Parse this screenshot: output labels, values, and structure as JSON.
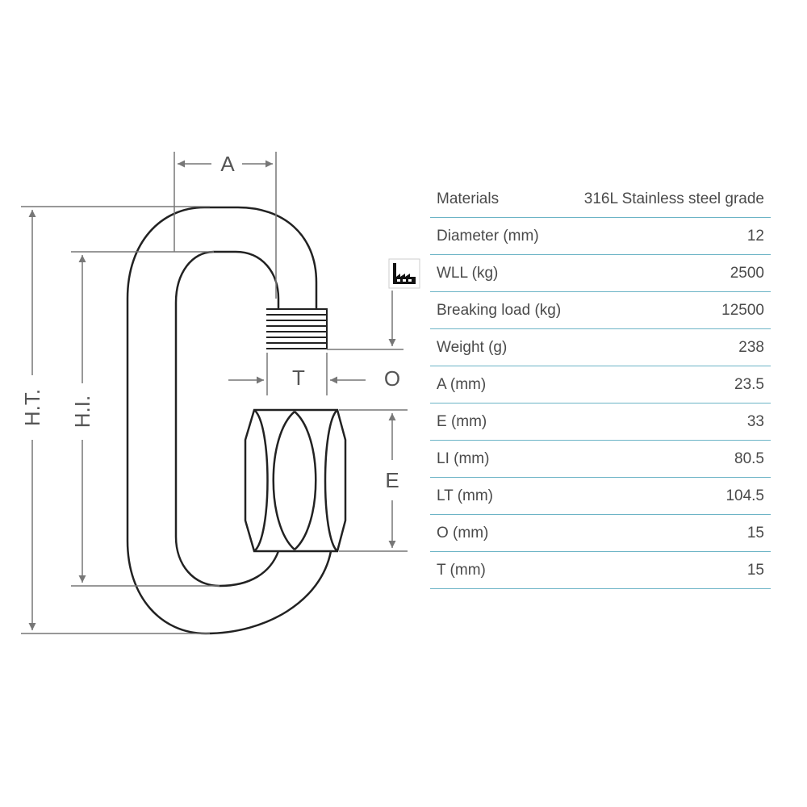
{
  "diagram": {
    "labels": {
      "a": "A",
      "t": "T",
      "o": "O",
      "e": "E",
      "ht": "H.T.",
      "hi": "H.I."
    }
  },
  "colors": {
    "line": "#222222",
    "dimension": "#777777",
    "table_border": "#6cb4c6",
    "text": "#4a4a4a"
  },
  "icon": "factory-icon",
  "specs": [
    {
      "label": "Materials",
      "value": "316L Stainless steel grade"
    },
    {
      "label": "Diameter (mm)",
      "value": "12"
    },
    {
      "label": "WLL (kg)",
      "value": "2500"
    },
    {
      "label": "Breaking load (kg)",
      "value": "12500"
    },
    {
      "label": "Weight (g)",
      "value": "238"
    },
    {
      "label": "A (mm)",
      "value": "23.5"
    },
    {
      "label": "E (mm)",
      "value": "33"
    },
    {
      "label": "LI (mm)",
      "value": "80.5"
    },
    {
      "label": "LT (mm)",
      "value": "104.5"
    },
    {
      "label": "O (mm)",
      "value": "15"
    },
    {
      "label": "T (mm)",
      "value": "15"
    }
  ]
}
